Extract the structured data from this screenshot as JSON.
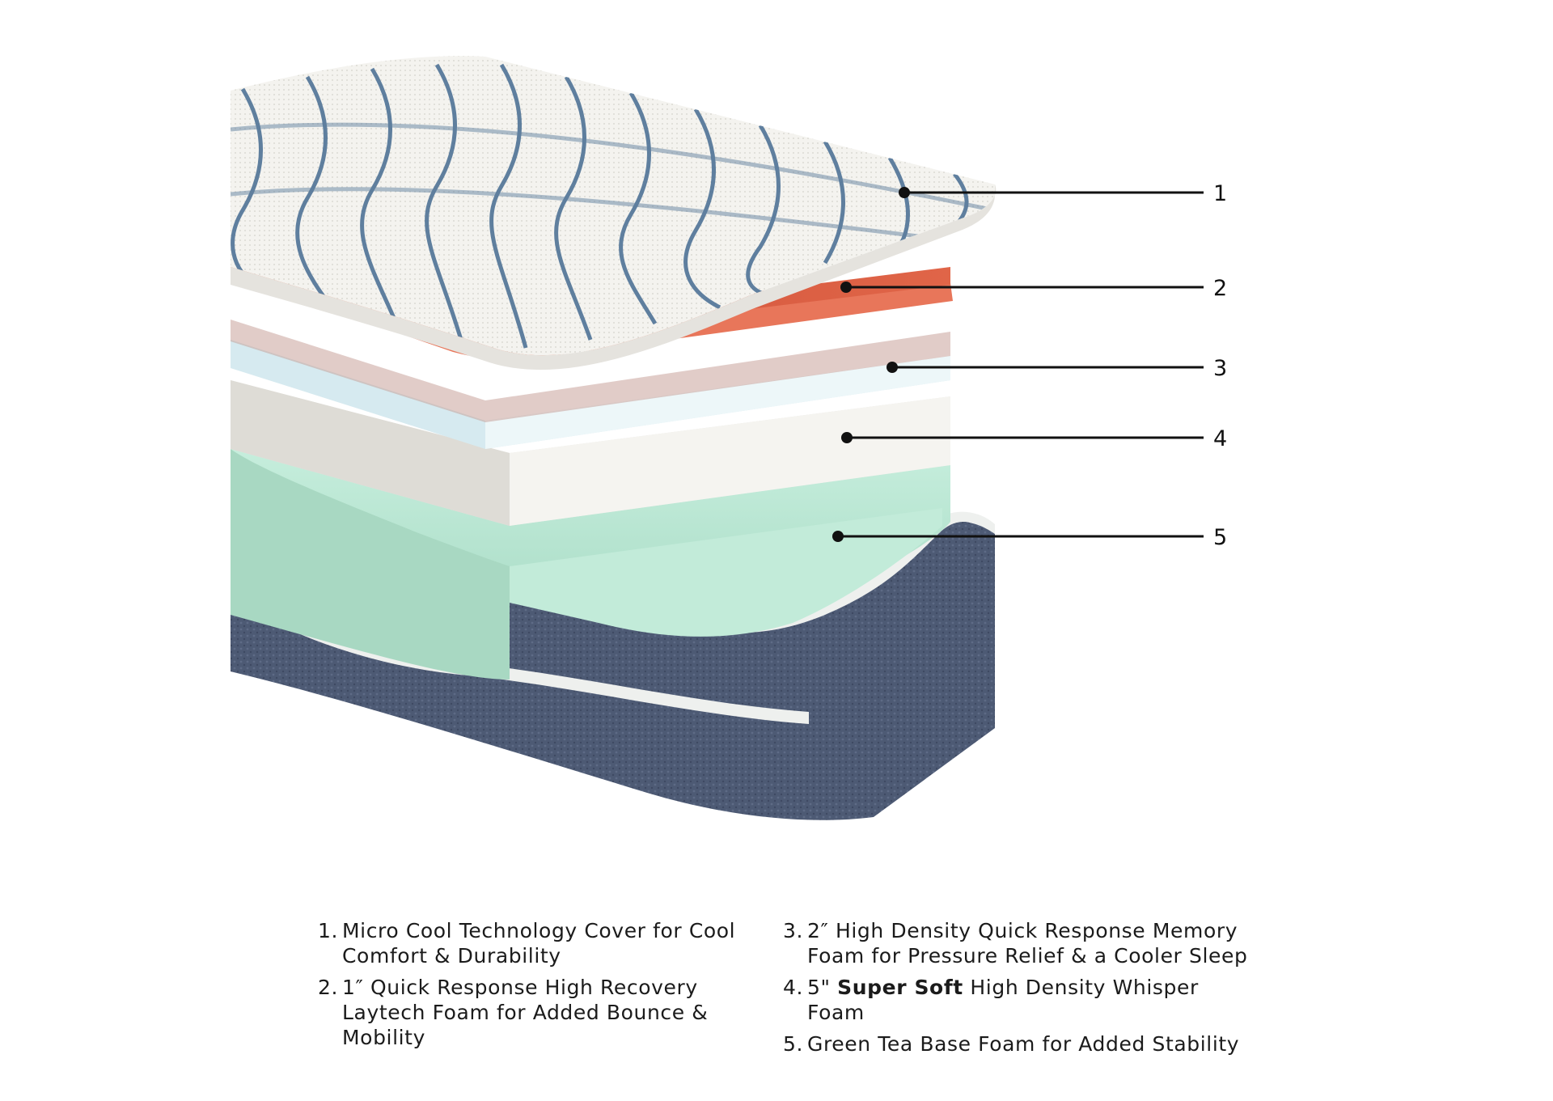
{
  "callouts": [
    "1",
    "2",
    "3",
    "4",
    "5"
  ],
  "layers": [
    {
      "num": "1.",
      "text": "Micro Cool Technology Cover for Cool Comfort & Durability"
    },
    {
      "num": "2.",
      "text": "1″ Quick Response High Recovery Laytech Foam for Added Bounce & Mobility"
    },
    {
      "num": "3.",
      "text": "2″ High Density Quick Response Memory Foam for Pressure Relief & a Cooler Sleep"
    },
    {
      "num": "4.",
      "text_before": "5\" ",
      "text_bold": "Super Soft",
      "text_after": " High Density Whisper Foam"
    },
    {
      "num": "5.",
      "text": "Green Tea Base Foam for Added Stability"
    }
  ],
  "colors": {
    "cover": "#f3f2ee",
    "cover_pattern": "#4c6f93",
    "latex_layer": "#d9593f",
    "memory_layer": "#e4f1f4",
    "whisper_layer": "#f4f3ef",
    "base_layer": "#b4e3cf",
    "fabric_border": "#4a5670"
  }
}
